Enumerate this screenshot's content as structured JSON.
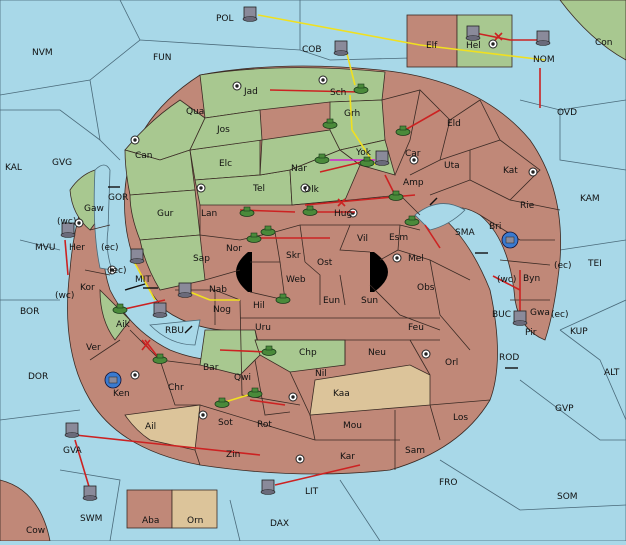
{
  "map": {
    "title": "",
    "colors": {
      "sea": "#a8d8e8",
      "land": "#c08878",
      "green": "#a8c890",
      "tan": "#dcc49a",
      "order_red": "#cc2222",
      "order_yellow": "#f0e020",
      "order_magenta": "#d020d0"
    },
    "labels": {
      "pol": "POL",
      "cob": "COB",
      "fun": "FUN",
      "nvm": "NVM",
      "elf": "Elf",
      "hel": "Hel",
      "nom": "NOM",
      "con": "Con",
      "ovd": "OVD",
      "kal": "KAL",
      "gvg": "GVG",
      "gor": "GOR",
      "gaw": "Gaw",
      "mvu": "MVU",
      "her": "Her",
      "wc1": "(wc)",
      "ec1": "(ec)",
      "kor": "Kor",
      "wc2": "(wc)",
      "mit": "MIT",
      "ec2": "(ec)",
      "bor": "BOR",
      "aik": "Aik",
      "rbu": "RBU",
      "ver": "Ver",
      "dor": "DOR",
      "ken": "Ken",
      "chr": "Chr",
      "ail": "Ail",
      "gva": "GVA",
      "swm": "SWM",
      "cow": "Cow",
      "zin": "Zin",
      "aba": "Aba",
      "orn": "Orn",
      "dax": "DAX",
      "lit": "LIT",
      "kar": "Kar",
      "sam": "Sam",
      "fro": "FRO",
      "som": "SOM",
      "los": "Los",
      "mou": "Mou",
      "kaa": "Kaa",
      "sot": "Sot",
      "rot": "Rot",
      "qwi": "Qwi",
      "bar": "Bar",
      "nil": "Nil",
      "chp": "Chp",
      "neu": "Neu",
      "orl": "Orl",
      "uru": "Uru",
      "feu": "Feu",
      "nog": "Nog",
      "nab": "Nab",
      "hil": "Hil",
      "sap": "Sap",
      "eun": "Eun",
      "sun": "Sun",
      "obs": "Obs",
      "web": "Web",
      "ost": "Ost",
      "skr": "Skr",
      "nor": "Nor",
      "vil": "Vil",
      "mel": "Mel",
      "esm": "Esm",
      "hug": "Hug",
      "lan": "Lan",
      "gur": "Gur",
      "can": "Can",
      "tel": "Tel",
      "elc": "Elc",
      "jos": "Jos",
      "qua": "Qua",
      "jad": "Jad",
      "sch": "Sch",
      "grh": "Grh",
      "nar": "Nar",
      "olk": "Olk",
      "yok": "Yok",
      "car": "Car",
      "eld": "Eld",
      "amp": "Amp",
      "uta": "Uta",
      "kat": "Kat",
      "kam": "KAM",
      "rie": "Rie",
      "bri": "Bri",
      "sma": "SMA",
      "tei": "TEI",
      "byn": "Byn",
      "wc3": "(wc)",
      "ec3": "(ec)",
      "gwa": "Gwa",
      "ec4": "(ec)",
      "buc": "BUC",
      "kup": "KUP",
      "pir": "Pir",
      "rod": "ROD",
      "alt": "ALT",
      "gvp": "GVP"
    }
  }
}
